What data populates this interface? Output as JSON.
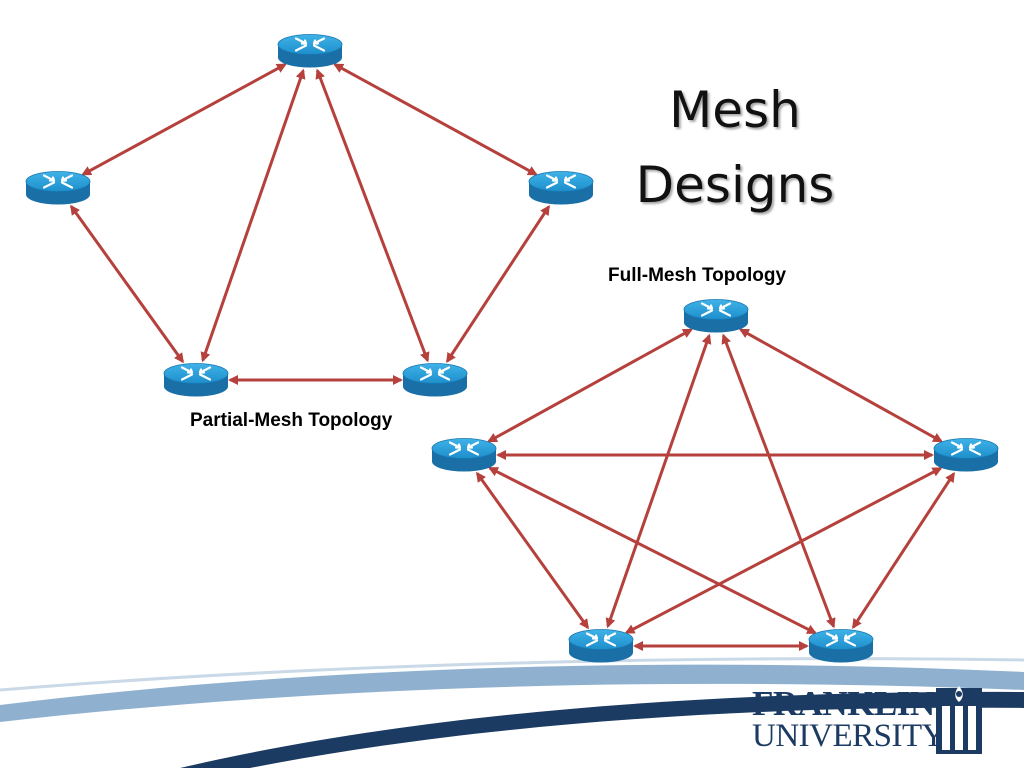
{
  "slide": {
    "title_line_1": "Mesh",
    "title_line_2": "Designs",
    "partial_label": "Partial-Mesh Topology",
    "full_label": "Full-Mesh Topology",
    "logo": {
      "line_1": "FRANKLIN",
      "line_2": "UNIVERSITY"
    }
  },
  "colors": {
    "link": "#b5403c",
    "router_top": "#2a9ed6",
    "router_side": "#1a6fa6",
    "router_symbol": "#ffffff",
    "swoosh_dark": "#1c3b63",
    "swoosh_light": "#8fb1cf",
    "logo_text": "#1c3b63"
  },
  "diagrams": [
    {
      "name": "partial-mesh",
      "nodes": [
        "top",
        "left",
        "right",
        "bottom-left",
        "bottom-right"
      ],
      "links": [
        [
          "top",
          "left"
        ],
        [
          "top",
          "right"
        ],
        [
          "top",
          "bottom-left"
        ],
        [
          "top",
          "bottom-right"
        ],
        [
          "left",
          "bottom-left"
        ],
        [
          "right",
          "bottom-right"
        ],
        [
          "bottom-left",
          "bottom-right"
        ]
      ]
    },
    {
      "name": "full-mesh",
      "nodes": [
        "top",
        "left",
        "right",
        "bottom-left",
        "bottom-right"
      ],
      "links": [
        [
          "top",
          "left"
        ],
        [
          "top",
          "right"
        ],
        [
          "top",
          "bottom-left"
        ],
        [
          "top",
          "bottom-right"
        ],
        [
          "left",
          "right"
        ],
        [
          "left",
          "bottom-left"
        ],
        [
          "left",
          "bottom-right"
        ],
        [
          "right",
          "bottom-left"
        ],
        [
          "right",
          "bottom-right"
        ],
        [
          "bottom-left",
          "bottom-right"
        ]
      ]
    }
  ]
}
